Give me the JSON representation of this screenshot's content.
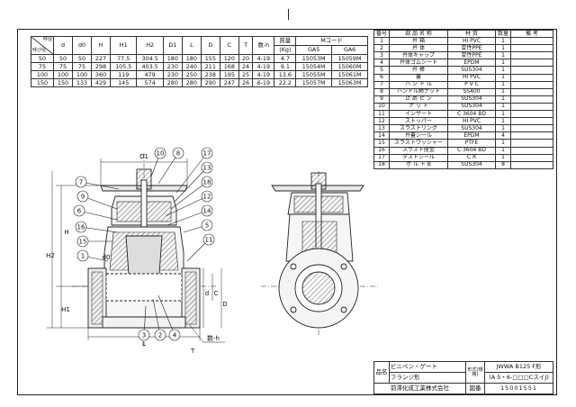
{
  "dimension_table": {
    "corner_top": "呼径",
    "corner_bottom": "呼び径",
    "columns": [
      "d",
      "d0",
      "H",
      "H1",
      "H2",
      "D1",
      "L",
      "D",
      "C",
      "T",
      "数-h",
      "質量",
      "Mコード"
    ],
    "mass_unit": "(Kg)",
    "mcode_sub": [
      "GA5",
      "GA6"
    ],
    "rows": [
      [
        "50",
        "50",
        "50",
        "227",
        "77.5",
        "304.5",
        "180",
        "180",
        "155",
        "120",
        "20",
        "4-19",
        "4.7",
        "15053M",
        "15059M"
      ],
      [
        "75",
        "75",
        "75",
        "298",
        "105.5",
        "403.5",
        "230",
        "240",
        "211",
        "168",
        "24",
        "4-19",
        "9.1",
        "15054M",
        "15060M"
      ],
      [
        "100",
        "100",
        "100",
        "360",
        "119",
        "479",
        "230",
        "250",
        "238",
        "195",
        "25",
        "4-19",
        "13.6",
        "15055M",
        "15061M"
      ],
      [
        "150",
        "150",
        "133",
        "429",
        "145",
        "574",
        "280",
        "280",
        "290",
        "247",
        "26",
        "6-19",
        "22.2",
        "15057M",
        "15063M"
      ]
    ]
  },
  "parts_table": {
    "headers": [
      "番号",
      "部 品 名 称",
      "材 質",
      "数量",
      "備 考"
    ],
    "rows": [
      [
        "1",
        "弁 箱",
        "HI PVC",
        "1",
        ""
      ],
      [
        "2",
        "弁 体",
        "変性PPE",
        "1",
        ""
      ],
      [
        "3",
        "弁体キャップ",
        "変性PPE",
        "1",
        ""
      ],
      [
        "4",
        "弁体ゴムシート",
        "EPDM",
        "1",
        ""
      ],
      [
        "5",
        "弁 棒",
        "SUS304",
        "1",
        ""
      ],
      [
        "6",
        "蓋",
        "HI PVC",
        "1",
        ""
      ],
      [
        "7",
        "ハ ン ド ル",
        "P V C",
        "1",
        ""
      ],
      [
        "8",
        "ハンドル締ナット",
        "SS400",
        "1",
        ""
      ],
      [
        "9",
        "止 め ピ ン",
        "SUS304",
        "1",
        ""
      ],
      [
        "10",
        "ナ ッ ト",
        "SUS304",
        "1",
        ""
      ],
      [
        "11",
        "インサート",
        "C 3604 BD",
        "1",
        ""
      ],
      [
        "12",
        "ストッパー",
        "HI PVC",
        "1",
        ""
      ],
      [
        "13",
        "スラストリング",
        "SUS304",
        "1",
        ""
      ],
      [
        "14",
        "弁蓋シール",
        "EPDM",
        "4",
        ""
      ],
      [
        "15",
        "スラストワッシャー",
        "PTFE",
        "1",
        ""
      ],
      [
        "16",
        "スラスト座金",
        "C 3604 BD",
        "1",
        ""
      ],
      [
        "17",
        "ダストシール",
        "C R",
        "1",
        ""
      ],
      [
        "18",
        "ボ ル ト B",
        "SUS304",
        "8",
        ""
      ]
    ]
  },
  "title_block": {
    "name_label": "品名",
    "product_name": "ビニペン・ゲート",
    "product_type": "フランジ形",
    "standard_label": "形式(規格)",
    "standard_line1": "JWWA B125 F形",
    "standard_line2": "(A 5・6-□□□CスイJ)",
    "company": "前澤化成工業株式会社",
    "drawing_label": "図番",
    "drawing_number": "15001551"
  },
  "drawing_labels": {
    "D1": "D1",
    "H": "H",
    "H1": "H1",
    "H2": "H2",
    "d": "d",
    "d0": "d0",
    "C": "C",
    "D": "D",
    "L": "L",
    "T": "T",
    "bolt": "数-h"
  },
  "balloons": [
    "10",
    "8",
    "7",
    "9",
    "6",
    "16",
    "15",
    "1",
    "17",
    "13",
    "18",
    "12",
    "14",
    "5",
    "11",
    "3",
    "2",
    "4"
  ]
}
